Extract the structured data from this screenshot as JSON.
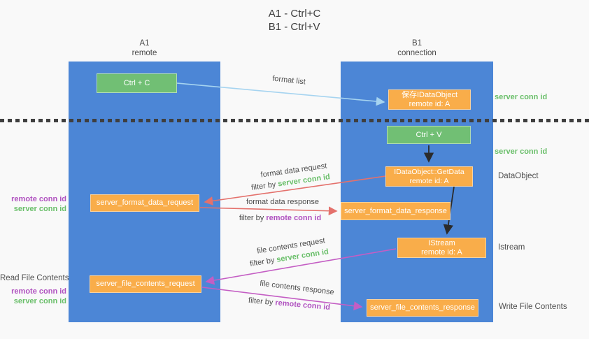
{
  "title": {
    "line1": "A1 - Ctrl+C",
    "line2": "B1 - Ctrl+V"
  },
  "lanes": {
    "left": {
      "name": "A1",
      "subtitle": "remote"
    },
    "right": {
      "name": "B1",
      "subtitle": "connection"
    }
  },
  "nodes": {
    "ctrl_c": {
      "label": "Ctrl + C"
    },
    "save_idataobject": {
      "line1": "保存IDataObject",
      "line2": "remote id: A"
    },
    "ctrl_v": {
      "label": "Ctrl + V"
    },
    "getdata": {
      "line1": "IDataObject::GetData",
      "line2": "remote id: A"
    },
    "format_request": {
      "label": "server_format_data_request"
    },
    "format_response": {
      "label": "server_format_data_response"
    },
    "istream": {
      "line1": "IStream",
      "line2": "remote id: A"
    },
    "file_request": {
      "label": "server_file_contents_request"
    },
    "file_response": {
      "label": "server_file_contents_response"
    }
  },
  "arrow_labels": {
    "format_list": "format list",
    "format_data_request": "format data request",
    "format_data_response": "format data response",
    "file_contents_request": "file contents request",
    "file_contents_response": "file contents response",
    "filter_by": "filter by ",
    "server_conn_id": "server conn id",
    "remote_conn_id": "remote conn id"
  },
  "side_labels": {
    "server_conn_id_top": "server conn id",
    "server_conn_id_mid": "server conn id",
    "dataobject": "DataObject",
    "istream": "Istream",
    "write_file_contents": "Write File Contents",
    "read_file_contents": "Read File Contents",
    "remote_conn_id_1": "remote conn id",
    "server_conn_id_1": "server conn id",
    "remote_conn_id_2": "remote conn id",
    "server_conn_id_2": "server conn id"
  },
  "colors": {
    "lane_blue": "#4c86d6",
    "node_green": "#71bf74",
    "node_orange": "#f9ad4a",
    "arrow_blue": "#a6d4f0",
    "arrow_red": "#e4716c",
    "arrow_magenta": "#c45ec4",
    "arrow_black": "#2b2b2b",
    "label_green": "#6abf6a",
    "label_purple": "#b052c0",
    "background": "#f9f9f9"
  }
}
